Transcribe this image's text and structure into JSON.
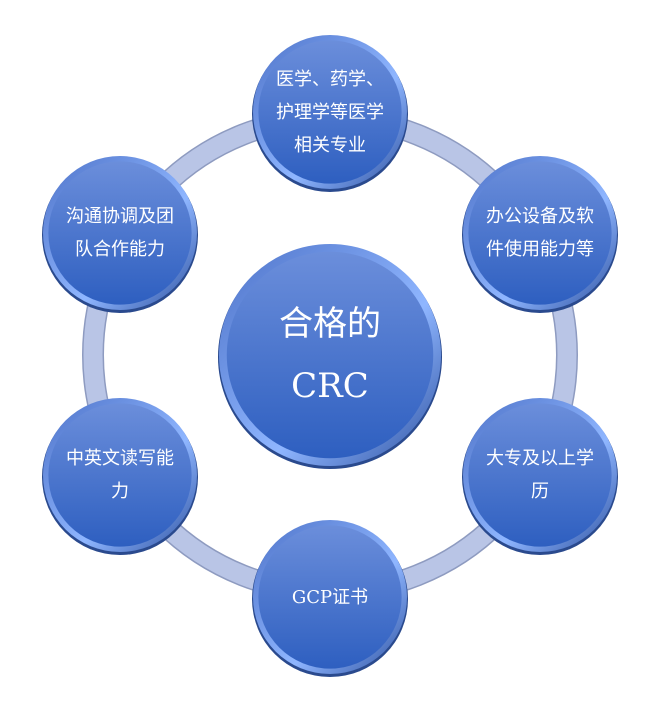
{
  "center": {
    "line1": "合格的",
    "line2": "CRC"
  },
  "nodes": [
    {
      "text": "医学、药学、护理学等医学相关专业"
    },
    {
      "text": "办公设备及软件使用能力等"
    },
    {
      "text": "大专及以上学历"
    },
    {
      "text": "GCP证书"
    },
    {
      "text": "中英文读写能力"
    },
    {
      "text": "沟通协调及团队合作能力"
    }
  ],
  "colors": {
    "circle_top": "#6a8fdc",
    "circle_bottom": "#2f5fbf",
    "ring": "#b9c5e6",
    "rim": "#9ec0ff"
  }
}
